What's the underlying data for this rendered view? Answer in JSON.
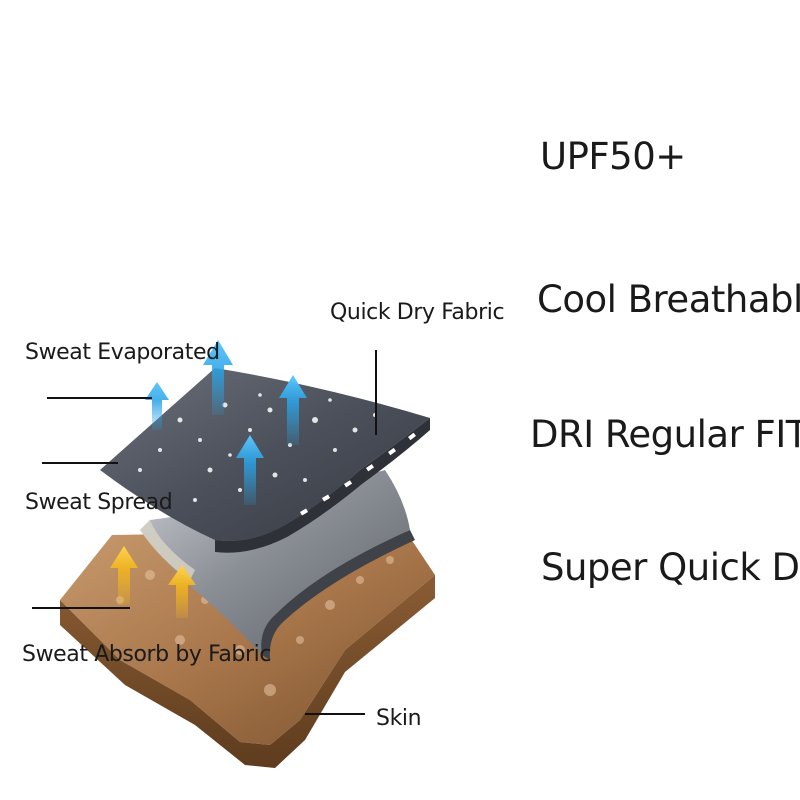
{
  "features": {
    "upf": "UPF50+",
    "cool": "Cool Breathable",
    "dri": "DRI Regular FIT",
    "dry": "Super Quick Dry"
  },
  "callouts": {
    "quick_dry_fabric": "Quick Dry Fabric",
    "sweat_evaporated": "Sweat Evaporated",
    "sweat_spread": "Sweat Spread",
    "sweat_absorb": "Sweat Absorb by Fabric",
    "skin": "Skin"
  },
  "icons": {
    "evaporation_arrows": "arrow-up-icon",
    "absorb_arrows": "arrow-up-icon"
  },
  "colors": {
    "fabric_top": "#4b505a",
    "fabric_mid": "#2e3138",
    "inner_layer": "#7d8188",
    "skin": "#9a6a40",
    "evaporation_arrow": "#29a3e6",
    "absorb_arrow": "#f2b51d"
  }
}
